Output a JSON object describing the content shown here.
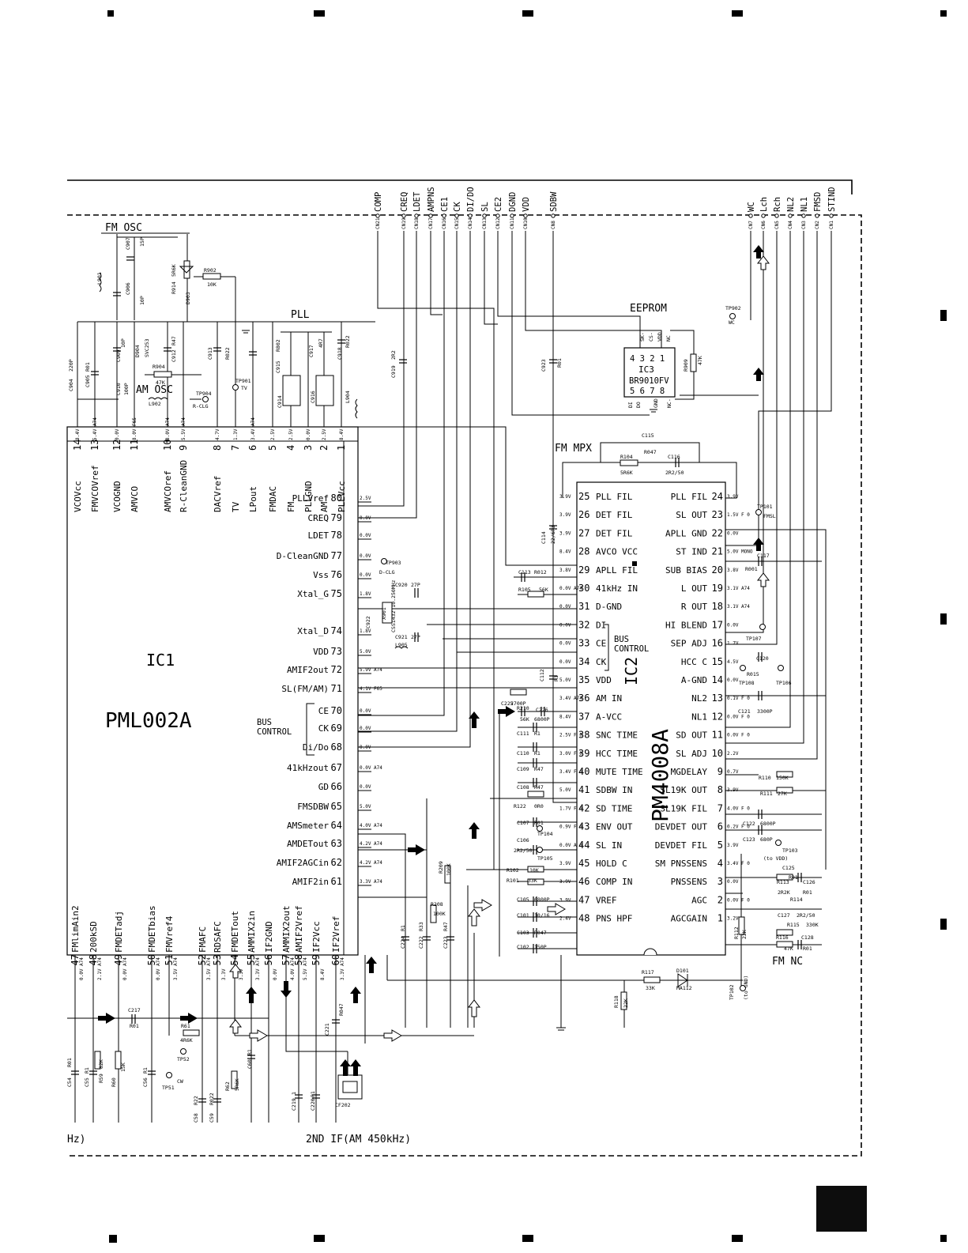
{
  "ic1": {
    "ref": "IC1",
    "part": "PML002A",
    "pins_top": [
      {
        "num": "14",
        "name": "VCOVcc",
        "v": "8.4V"
      },
      {
        "num": "13",
        "name": "FMVCOVref",
        "v": "5.4V A74"
      },
      {
        "num": "12",
        "name": "VCOGND",
        "v": "0.0V"
      },
      {
        "num": "11",
        "name": "AMVCO",
        "v": "8.0V F65"
      },
      {
        "num": "10",
        "name": "AMVCOref",
        "v": "8.0V A74"
      },
      {
        "num": "9",
        "name": "R-CleanGND",
        "v": "5.5V A74"
      },
      {
        "num": "8",
        "name": "DACVref",
        "v": "4.7V"
      },
      {
        "num": "7",
        "name": "TV",
        "v": "1.3V"
      },
      {
        "num": "6",
        "name": "LPout",
        "v": "3.4V A74"
      },
      {
        "num": "5",
        "name": "FMDAC",
        "v": "2.5V"
      },
      {
        "num": "4",
        "name": "FM",
        "v": "2.5V"
      },
      {
        "num": "3",
        "name": "PLLGND",
        "v": "0.0V"
      },
      {
        "num": "2",
        "name": "AM",
        "v": "2.5V"
      },
      {
        "num": "1",
        "name": "PLLVcc",
        "v": "8.4V"
      }
    ],
    "pins_right": [
      {
        "num": "80",
        "name": "PLLVref",
        "v": "2.5V"
      },
      {
        "num": "79",
        "name": "CREQ",
        "v": "0.0V"
      },
      {
        "num": "78",
        "name": "LDET",
        "v": "0.0V"
      },
      {
        "num": "77",
        "name": "D-CleanGND",
        "v": "0.0V"
      },
      {
        "num": "76",
        "name": "Vss",
        "v": "0.0V"
      },
      {
        "num": "75",
        "name": "Xtal_G",
        "v": "1.8V"
      },
      {
        "num": "74",
        "name": "Xtal_D",
        "v": "1.8V"
      },
      {
        "num": "73",
        "name": "VDD",
        "v": "5.0V"
      },
      {
        "num": "72",
        "name": "AMIF2out",
        "v": "5.9V A74"
      },
      {
        "num": "71",
        "name": "SL(FM/AM)",
        "v": "4.1V F65"
      },
      {
        "num": "70",
        "name": "CE",
        "v": "0.0V"
      },
      {
        "num": "69",
        "name": "CK",
        "v": "0.0V"
      },
      {
        "num": "68",
        "name": "Di/Do",
        "v": "0.0V"
      },
      {
        "num": "67",
        "name": "41kHzout",
        "v": "0.0V A74"
      },
      {
        "num": "66",
        "name": "GD",
        "v": "0.0V"
      },
      {
        "num": "65",
        "name": "FMSDBW",
        "v": "5.0V"
      },
      {
        "num": "64",
        "name": "AMSmeter",
        "v": "4.0V A74"
      },
      {
        "num": "63",
        "name": "AMDETout",
        "v": "4.2V A74"
      },
      {
        "num": "62",
        "name": "AMIF2AGCin",
        "v": "4.2V A74"
      },
      {
        "num": "61",
        "name": "AMIF2in",
        "v": "3.3V A74"
      }
    ],
    "pins_bottom": [
      {
        "num": "47",
        "name": "FMlimAin2",
        "v": "0.0V A74"
      },
      {
        "num": "48",
        "name": "200kSD",
        "v": "2.1V A74"
      },
      {
        "num": "49",
        "name": "FMDETadj",
        "v": "0.0V A74"
      },
      {
        "num": "50",
        "name": "FMDETbias",
        "v": "0.0V A74"
      },
      {
        "num": "51",
        "name": "FMVref4",
        "v": "3.5V A74"
      },
      {
        "num": "52",
        "name": "FMAFC",
        "v": "3.5V A74"
      },
      {
        "num": "53",
        "name": "RDSAFC",
        "v": "3.3V"
      },
      {
        "num": "54",
        "name": "FMDETout",
        "v": "3.3V"
      },
      {
        "num": "55",
        "name": "AMMIX2in",
        "v": "3.3V A74"
      },
      {
        "num": "56",
        "name": "IF2GND",
        "v": "0.0V"
      },
      {
        "num": "57",
        "name": "AMMIX2out",
        "v": "4.0V A74"
      },
      {
        "num": "58",
        "name": "AMIF2Vref",
        "v": "5.5V A74"
      },
      {
        "num": "59",
        "name": "IF2Vcc",
        "v": "8.4V"
      },
      {
        "num": "60",
        "name": "IF2Vref",
        "v": "3.3V A74"
      }
    ],
    "bus_control": "BUS CONTROL"
  },
  "ic2": {
    "ref": "IC2",
    "part": "PM4008A",
    "bus_control": "BUS CONTROL",
    "pins_left": [
      {
        "num": "25",
        "name": "PLL FIL",
        "v": "3.9V"
      },
      {
        "num": "26",
        "name": "DET FIL",
        "v": "3.9V"
      },
      {
        "num": "27",
        "name": "DET FIL",
        "v": "3.9V"
      },
      {
        "num": "28",
        "name": "AVCO VCC",
        "v": "8.4V"
      },
      {
        "num": "29",
        "name": "APLL FIL",
        "v": "3.8V"
      },
      {
        "num": "30",
        "name": "41kHz IN",
        "v": "0.0V A74"
      },
      {
        "num": "31",
        "name": "D-GND",
        "v": "0.0V"
      },
      {
        "num": "32",
        "name": "DI",
        "v": "0.0V"
      },
      {
        "num": "33",
        "name": "CE",
        "v": "0.0V"
      },
      {
        "num": "34",
        "name": "CK",
        "v": "0.0V"
      },
      {
        "num": "35",
        "name": "VDD",
        "v": "5.0V"
      },
      {
        "num": "36",
        "name": "AM IN",
        "v": "3.4V A74"
      },
      {
        "num": "37",
        "name": "A-VCC",
        "v": "8.4V"
      },
      {
        "num": "38",
        "name": "SNC TIME",
        "v": "2.5V F 0"
      },
      {
        "num": "39",
        "name": "HCC TIME",
        "v": "3.0V F 0"
      },
      {
        "num": "40",
        "name": "MUTE TIME",
        "v": "3.4V F 0"
      },
      {
        "num": "41",
        "name": "SDBW IN",
        "v": "5.0V"
      },
      {
        "num": "42",
        "name": "SD TIME",
        "v": "1.7V F 0"
      },
      {
        "num": "43",
        "name": "ENV OUT",
        "v": "0.9V F 0"
      },
      {
        "num": "44",
        "name": "SL IN",
        "v": "0.0V A 0"
      },
      {
        "num": "45",
        "name": "HOLD C",
        "v": "3.9V"
      },
      {
        "num": "46",
        "name": "COMP IN",
        "v": "3.9V"
      },
      {
        "num": "47",
        "name": "VREF",
        "v": "3.9V"
      },
      {
        "num": "48",
        "name": "PNS HPF",
        "v": "2.4V"
      }
    ],
    "pins_right": [
      {
        "num": "24",
        "name": "PLL FIL",
        "v": "3.9V"
      },
      {
        "num": "23",
        "name": "SL OUT",
        "v": "1.5V F 0"
      },
      {
        "num": "22",
        "name": "APLL GND",
        "v": "0.0V"
      },
      {
        "num": "21",
        "name": "ST IND",
        "v": "5.0V MONO"
      },
      {
        "num": "20",
        "name": "SUB BIAS",
        "v": "3.8V"
      },
      {
        "num": "19",
        "name": "L OUT",
        "v": "3.1V A74"
      },
      {
        "num": "18",
        "name": "R OUT",
        "v": "3.1V A74"
      },
      {
        "num": "17",
        "name": "HI BLEND",
        "v": "0.0V"
      },
      {
        "num": "16",
        "name": "SEP ADJ",
        "v": "1.7V"
      },
      {
        "num": "15",
        "name": "HCC C",
        "v": "4.5V"
      },
      {
        "num": "14",
        "name": "A-GND",
        "v": "0.0V"
      },
      {
        "num": "13",
        "name": "NL2",
        "v": "0.1V F 0"
      },
      {
        "num": "12",
        "name": "NL1",
        "v": "0.0V F 0"
      },
      {
        "num": "11",
        "name": "SD OUT",
        "v": "0.0V F 0"
      },
      {
        "num": "10",
        "name": "SL ADJ",
        "v": "2.2V"
      },
      {
        "num": "9",
        "name": "MGDELAY",
        "v": "0.7V"
      },
      {
        "num": "8",
        "name": "SL19K OUT",
        "v": "3.9V"
      },
      {
        "num": "7",
        "name": "SL19K FIL",
        "v": "4.0V F 0"
      },
      {
        "num": "6",
        "name": "DEVDET OUT",
        "v": "0.2V F 0"
      },
      {
        "num": "5",
        "name": "DEVDET FIL",
        "v": "3.9V"
      },
      {
        "num": "4",
        "name": "SM PNSSENS",
        "v": "3.4V F 0"
      },
      {
        "num": "3",
        "name": "PNSSENS",
        "v": "0.0V"
      },
      {
        "num": "2",
        "name": "AGC",
        "v": "0.0V F 0"
      },
      {
        "num": "1",
        "name": "AGCGAIN",
        "v": "3.2V"
      }
    ]
  },
  "ic3": {
    "ref": "IC3",
    "part": "BR9010FV",
    "block": "EEPROM",
    "pins_top": [
      "SK",
      "CS",
      "VDD",
      "NC"
    ],
    "pins_top_num": [
      "4",
      "3",
      "2",
      "1"
    ],
    "pins_bottom": [
      "DI",
      "DO",
      "GND",
      "NC"
    ],
    "pins_bottom_num": [
      "5",
      "6",
      "7",
      "8"
    ]
  },
  "connectors_left": [
    {
      "name": "COMP",
      "ref": "CN21"
    },
    {
      "name": "CREQ",
      "ref": "CN19"
    },
    {
      "name": "LDET",
      "ref": "CN18"
    },
    {
      "name": "AMPNS",
      "ref": "CN17"
    },
    {
      "name": "CE1",
      "ref": "CN16"
    },
    {
      "name": "CK",
      "ref": "CN15"
    },
    {
      "name": "DI/DO",
      "ref": "CN14"
    },
    {
      "name": "SL",
      "ref": "CN13"
    },
    {
      "name": "CE2",
      "ref": "CN12"
    },
    {
      "name": "DGND",
      "ref": "CN11"
    },
    {
      "name": "VDD",
      "ref": "CN10"
    },
    {
      "name": "SDBW",
      "ref": "CN8"
    }
  ],
  "connectors_right": [
    {
      "name": "WC",
      "ref": "CN7"
    },
    {
      "name": "Lch",
      "ref": "CN6"
    },
    {
      "name": "Rch",
      "ref": "CN5"
    },
    {
      "name": "NL2",
      "ref": "CN4"
    },
    {
      "name": "NL1",
      "ref": "CN3"
    },
    {
      "name": "FMSD",
      "ref": "CN2"
    },
    {
      "name": "STIND",
      "ref": "CN1"
    }
  ],
  "section_labels": {
    "fm_osc": "FM OSC",
    "am_osc": "AM OSC",
    "pll": "PLL",
    "eeprom": "EEPROM",
    "fm_mpx": "FM MPX",
    "fm_nc": "FM NC",
    "second_if": "2ND IF(AM 450kHz)",
    "hz": "Hz)"
  },
  "components": {
    "r902": "R902",
    "r902v": "10K",
    "r914": "R914",
    "r914v": "5R6K",
    "d903": "D903",
    "c907": "C907",
    "c907v": "15P",
    "c906": "C906",
    "c906v": "10P",
    "l901": "L901",
    "c904": "C904",
    "c904v": "220P",
    "c905": "C905",
    "c905v": "R01",
    "c909": "C909",
    "c909v": "10P",
    "d904": "D904",
    "d904v": "SVC253",
    "c912": "C912",
    "c912v": "R47",
    "r904": "R904",
    "r904v": "47K",
    "l902": "L902",
    "c910": "C910",
    "c910v": "100P",
    "c913": "C913",
    "r022": "R022",
    "tp901": "TP901",
    "tp901v": "TV",
    "tp904": "TP904",
    "tp904v": "R-CLG",
    "r802": "R802",
    "c915": "C915",
    "c914": "C914",
    "c917": "C917",
    "c917v": "4R7",
    "c916": "C916",
    "c918": "C918",
    "c918v": "R022",
    "l904": "L904",
    "c919": "C919",
    "c919v": "2R2",
    "c923": "C923",
    "c923v": "R01",
    "r909": "R909",
    "r909v": "47K",
    "tp902": "TP902",
    "tp902v": "WC",
    "c115": "C115",
    "c115v": "R047",
    "r104": "R104",
    "r104v": "5R6K",
    "c116": "C116",
    "c116v": "2R2/50",
    "c114": "C114",
    "c114v": "22/6R3",
    "tp903": "TP903",
    "tp903v": "D-CLG",
    "c920": "C920",
    "c920v": "27P",
    "c921": "C921",
    "c921v": "27P",
    "x901": "X901",
    "x901v": "CSS1432 10.250MHz",
    "c922": "C922",
    "l905": "L905",
    "c112": "C112",
    "c112v": "R1",
    "c113": "C113",
    "c113v": "R012",
    "r105": "R105",
    "r105v": "56K",
    "c225": "C225",
    "c225v": "2700P",
    "r210": "R210",
    "r210v": "56K",
    "c226": "C226",
    "c226v": "6800P",
    "c111": "C111",
    "c111v": "R1",
    "c110": "C110",
    "c110v": "R1",
    "c109": "C109",
    "c109v": "R47",
    "c108": "C108",
    "c108v": "R47",
    "r122": "R122",
    "r122v": "0R0",
    "c107": "C107",
    "c107v": "R01",
    "tp104": "TP104",
    "c106": "C106",
    "c106v": "2R2/50",
    "tp105": "TP105",
    "r102": "R102",
    "r102v": "10K",
    "r101": "R101",
    "r101v": "33K",
    "c105": "C105",
    "c105v": "6800P",
    "c101": "C101",
    "c101v": "10/16",
    "c103": "C103",
    "c103v": "R047",
    "c102": "C102",
    "c102v": "150P",
    "r209": "R209",
    "r209v": "100K",
    "r208": "R208",
    "r208v": "100K",
    "c224": "C224",
    "c224v": "R1",
    "c222": "C222",
    "c222v": "R33",
    "c223": "C223",
    "c223v": "R47",
    "tp101": "TP101",
    "tp101v": "FMSL",
    "r001": "R001",
    "c117": "C117",
    "tp107": "TP107",
    "c120": "C120",
    "r015": "R015",
    "tp108": "TP108",
    "tp106": "TP106",
    "c121": "C121",
    "c121v": "3300P",
    "r110": "R110",
    "r110v": "150K",
    "r111": "R111",
    "r111v": "27K",
    "c122": "C122",
    "c122v": "6800P",
    "c123": "C123",
    "c123v": "680P",
    "tp103": "TP103",
    "tp103v": "(to VDD)",
    "c125": "C125",
    "c125v": "R01",
    "r113": "R113",
    "r113v": "2R2K",
    "c126": "C126",
    "c126v": "R01",
    "r114": "R114",
    "c127": "C127",
    "c127v": "2R2/50",
    "r112": "R112",
    "r112v": "22K",
    "r115": "R115",
    "r115v": "330K",
    "r116": "R116",
    "r116v": "47K",
    "c128": "C128",
    "c128v": "R01",
    "r117": "R117",
    "r117v": "33K",
    "d101": "D101",
    "d101v": "MA112",
    "r118": "R118",
    "r118v": "22K",
    "tp102": "TP102",
    "tp102v": "(to GND)",
    "c217": "C217",
    "c217v": "R01",
    "r61": "R61",
    "r61v": "4R6K",
    "tp52": "TP52",
    "tp51": "TP51",
    "tp51v": "CW",
    "c54": "C54",
    "c54v": "R01",
    "c55": "C55",
    "c55v": "R1",
    "r59": "R59",
    "r59v": "82K",
    "r60": "R60",
    "r60v": "15K",
    "c56": "C56",
    "c56v": "R1",
    "c58": "C58",
    "c58v": "R22",
    "c59": "C59",
    "c59v": "R022",
    "c60": "C60",
    "c60v": "R1",
    "r62": "R62",
    "r62v": "5R6K",
    "c219": "C219",
    "c219v": "1",
    "c220": "C220",
    "c220v": "R1",
    "c221": "C221",
    "c221v": "R047",
    "cf202": "CF202"
  }
}
